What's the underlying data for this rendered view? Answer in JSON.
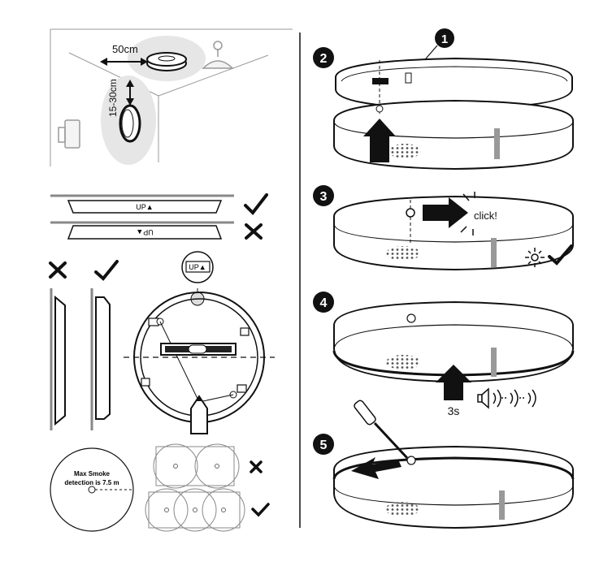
{
  "left": {
    "placement": {
      "distance_ceiling": "50cm",
      "distance_wall": "15-30cm"
    },
    "orientation": {
      "up_label": "UP▲",
      "up_label_flipped": "UP▲"
    },
    "bracket": {
      "up_label": "UP▲"
    },
    "coverage": {
      "line1": "Max Smoke",
      "line2": "detection is 7.5 m"
    }
  },
  "right": {
    "steps": [
      "2",
      "3",
      "4",
      "5"
    ],
    "callout": "1",
    "click_text": "click!",
    "hold_time": "3s"
  },
  "colors": {
    "ink": "#111111",
    "shade": "#e6e6e6",
    "dark_shade": "#c9c9c9"
  }
}
